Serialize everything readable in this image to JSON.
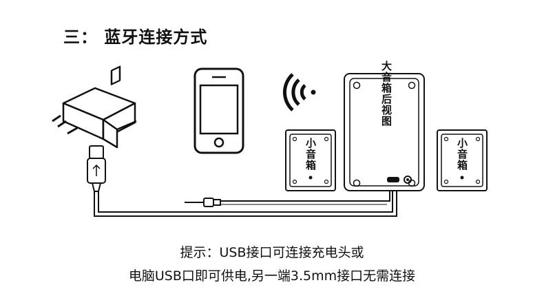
{
  "title": "三：  蓝牙连接方式",
  "labels": {
    "main_speaker": "大音箱后视图",
    "left_speaker": "小音箱",
    "right_speaker": "小音箱"
  },
  "icons": {
    "adapter": "usb-power-adapter-icon",
    "phone": "smartphone-icon",
    "bluetooth": "wireless-signal-icon"
  },
  "notes": {
    "line1": "提示：USB接口可连接充电头或",
    "line2": "电脑USB口即可供电,另一端3.5mm接口无需连接"
  }
}
